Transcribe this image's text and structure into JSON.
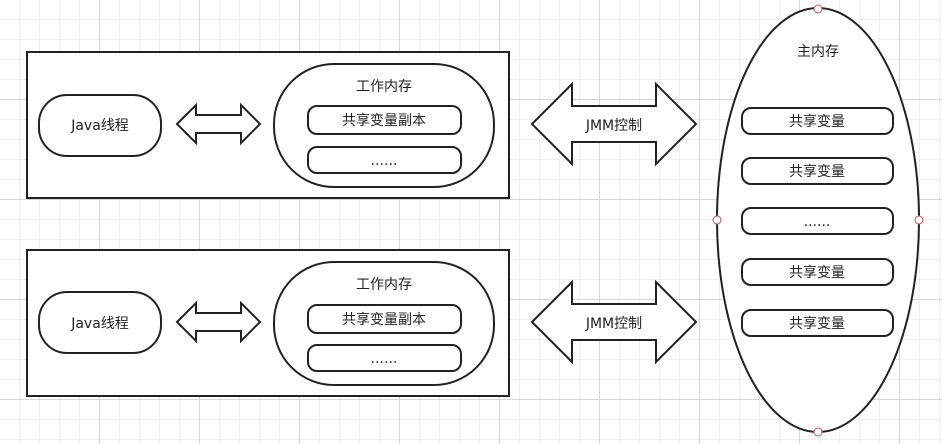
{
  "threads": [
    {
      "thread_label": "Java线程",
      "memory_title": "工作内存",
      "memory_items": [
        "共享变量副本",
        "......"
      ],
      "control_label": "JMM控制"
    },
    {
      "thread_label": "Java线程",
      "memory_title": "工作内存",
      "memory_items": [
        "共享变量副本",
        "......"
      ],
      "control_label": "JMM控制"
    }
  ],
  "main_memory": {
    "title": "主内存",
    "items": [
      "共享变量",
      "共享变量",
      "......",
      "共享变量",
      "共享变量"
    ]
  }
}
